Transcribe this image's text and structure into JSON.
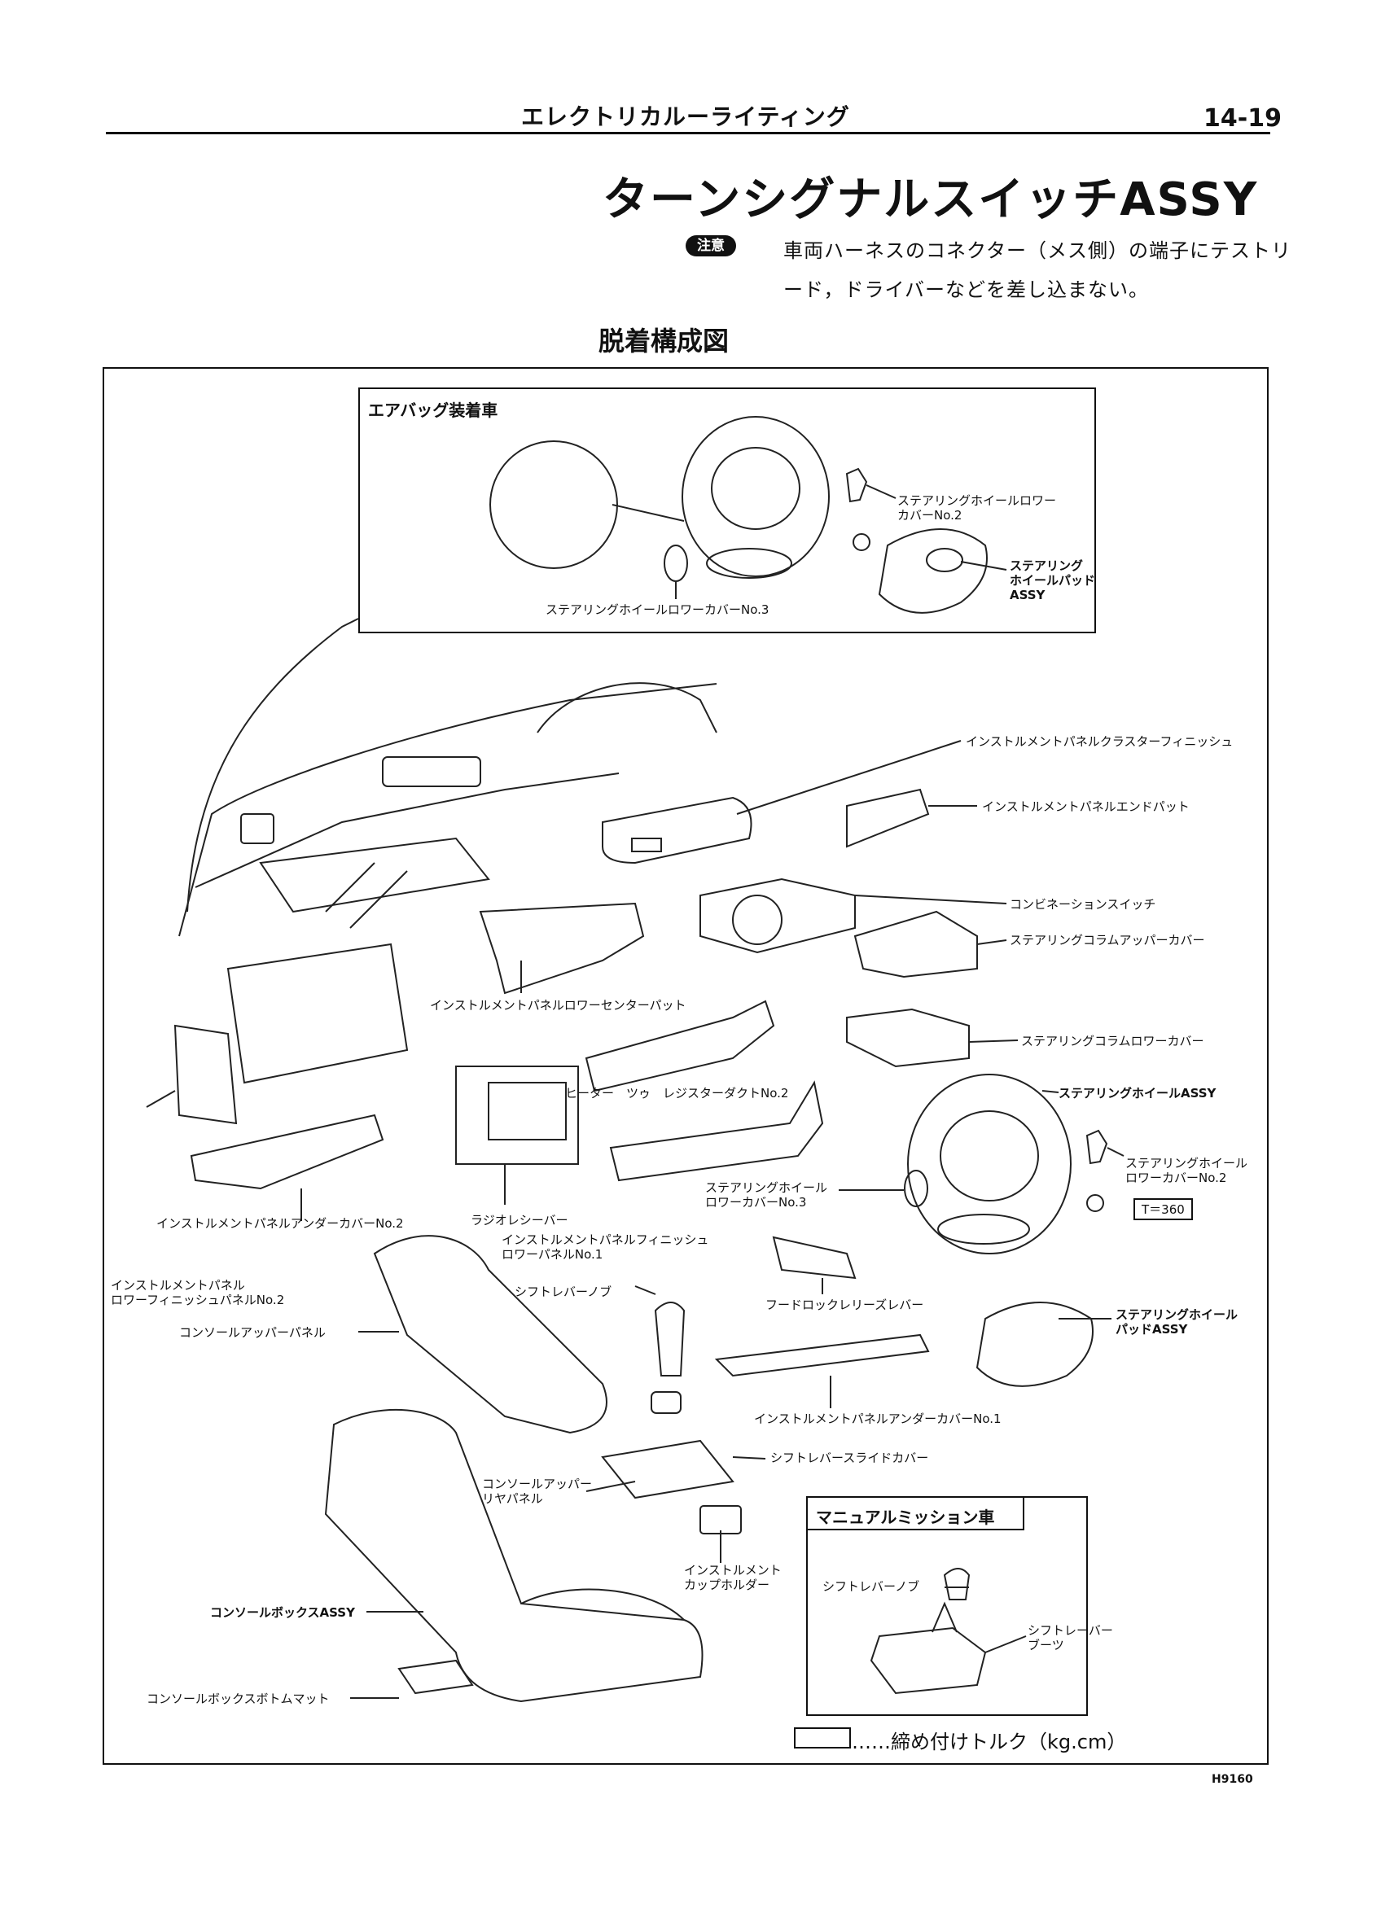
{
  "header": {
    "section": "エレクトリカルーライティング",
    "page_number": "14-19"
  },
  "title": "ターンシグナルスイッチASSY",
  "caution": {
    "badge": "注意",
    "line1": "車両ハーネスのコネクター（メス側）の端子にテストリ",
    "line2": "ード，ドライバーなどを差し込まない。"
  },
  "subtitle": "脱着構成図",
  "inset_airbag": {
    "title": "エアバッグ装着車",
    "labels": {
      "lower_cover_2": "ステアリングホイールロワー\nカバーNo.2",
      "wheel_pad": "ステアリング\nホイールパッド\nASSY",
      "lower_cover_3": "ステアリングホイールロワーカバーNo.3"
    }
  },
  "parts": {
    "cluster_finish": "インストルメントパネルクラスターフィニッシュ",
    "end_pad": "インストルメントパネルエンドパット",
    "combination_switch": "コンビネーションスイッチ",
    "column_upper_cover": "ステアリングコラムアッパーカバー",
    "lower_center_pad": "インストルメントパネルロワーセンターパット",
    "column_lower_cover": "ステアリングコラムロワーカバー",
    "heater_duct": "ヒーター　ツゥ　レジスターダクトNo.2",
    "wheel_assy": "ステアリングホイールASSY",
    "wheel_lower_cover_2": "ステアリングホイール\nロワーカバーNo.2",
    "wheel_lower_cover_3": "ステアリングホイール\nロワーカバーNo.3",
    "under_cover_2": "インストルメントパネルアンダーカバーNo.2",
    "radio_receiver": "ラジオレシーバー",
    "finish_lower_panel_1": "インストルメントパネルフィニッシュ\nロワーパネルNo.1",
    "lower_finish_panel_2": "インストルメントパネル\nロワーフィニッシュパネルNo.2",
    "shift_knob": "シフトレバーノブ",
    "hood_lock_lever": "フードロックレリーズレバー",
    "console_upper_panel": "コンソールアッパーパネル",
    "wheel_pad_assy": "ステアリングホイール\nパッドASSY",
    "under_cover_1": "インストルメントパネルアンダーカバーNo.1",
    "shift_slide_cover": "シフトレバースライドカバー",
    "console_upper_rear_panel": "コンソールアッパー\nリヤパネル",
    "cup_holder": "インストルメント\nカップホルダー",
    "console_box_assy": "コンソールボックスASSY",
    "console_box_mat": "コンソールボックスボトムマット"
  },
  "torque_value": "T＝360",
  "inset_manual": {
    "title": "マニュアルミッション車",
    "shift_knob": "シフトレバーノブ",
    "shift_boot": "シフトレーバー\nブーツ"
  },
  "legend": {
    "text": "……締め付けトルク（kg.cm）"
  },
  "figure_id": "H9160"
}
